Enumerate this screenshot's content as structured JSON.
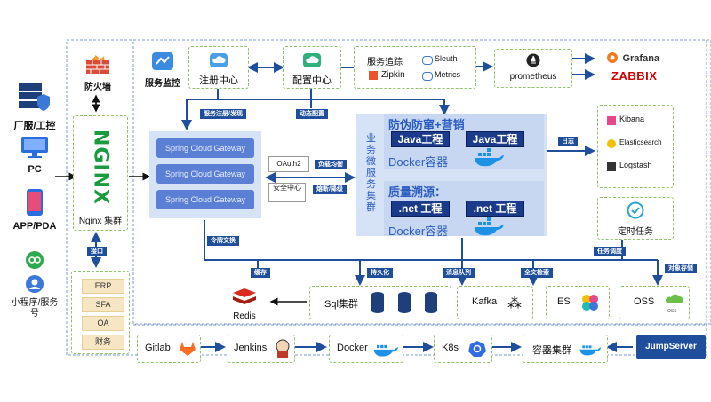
{
  "left": {
    "factory": "厂服/工控",
    "pc": "PC",
    "app": "APP/PDA",
    "mini": "小程序/服务号"
  },
  "firewall": "防火墙",
  "nginx": {
    "logo": "NGINX",
    "label": "Nginx 集群"
  },
  "interface_tag": "接口",
  "erp_items": [
    "ERP",
    "SFA",
    "OA",
    "财务"
  ],
  "service_monitor": "服务监控",
  "registry": "注册中心",
  "config": "配置中心",
  "tracing": {
    "title": "服务追踪",
    "zipkin": "Zipkin",
    "sleuth": "Sleuth",
    "metrics": "Metrics"
  },
  "prometheus": "prometheus",
  "grafana": "Grafana",
  "zabbix": "ZABBIX",
  "tags": {
    "register": "服务注册/发现",
    "dynamic": "动态配置",
    "load": "负载均衡",
    "fuse": "熔断/降级",
    "token": "令牌交换",
    "log": "日志",
    "cache": "缓存",
    "persist": "持久化",
    "mq": "消息队列",
    "search": "全文检索",
    "object": "对象存储",
    "schedule": "任务调度"
  },
  "gateway": [
    "Spring Cloud Gateway",
    "Spring Cloud Gateway",
    "Spring Cloud Gateway"
  ],
  "oauth": "OAuth2",
  "security": "安全中心",
  "biz_label": "业务微服务集群",
  "biz1": {
    "title": "防伪防窜+营销",
    "java1": "Java工程",
    "java2": "Java工程",
    "docker": "Docker容器"
  },
  "biz2": {
    "title": "质量溯源：",
    "net1": ".net 工程",
    "net2": ".net 工程",
    "docker": "Docker容器"
  },
  "elk": {
    "kibana": "Kibana",
    "es": "Elasticsearch",
    "logstash": "Logstash"
  },
  "timer": "定时任务",
  "redis": "Redis",
  "sql": "Sql集群",
  "kafka": "Kafka",
  "es": "ES",
  "oss": "OSS",
  "oss_small": "OSS",
  "pipeline": [
    "Gitlab",
    "Jenkins",
    "Docker",
    "K8s",
    "容器集群"
  ],
  "jumpserver": "JumpServer",
  "colors": {
    "accent": "#1f4e9c",
    "gateway": "#5b7fd4",
    "java": "#1b3a8a",
    "dash": "#8fbf6a"
  }
}
